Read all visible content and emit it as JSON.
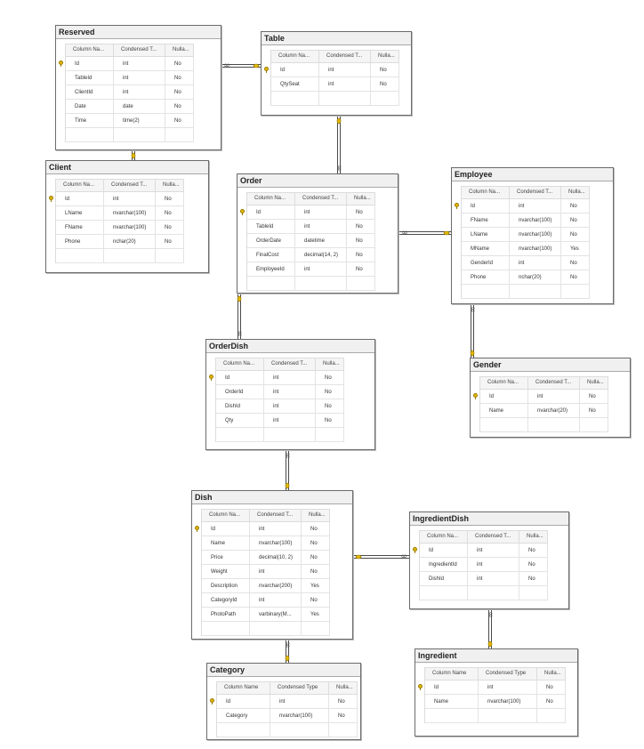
{
  "colors": {
    "border": "#6b6b6b",
    "title_bg": "#f0f0f0",
    "key": "#e2b900",
    "connector": "#4a4a4a"
  },
  "headers": {
    "standard": [
      "Column Na...",
      "Condensed T...",
      "Nulla..."
    ],
    "wide": [
      "Column Name",
      "Condensed Type",
      "Nulla..."
    ]
  },
  "tables": {
    "reserved": {
      "name": "Reserved",
      "rows": [
        {
          "column": "Id",
          "type": "int",
          "nullable": "No",
          "pk": true
        },
        {
          "column": "TableId",
          "type": "int",
          "nullable": "No"
        },
        {
          "column": "ClientId",
          "type": "int",
          "nullable": "No"
        },
        {
          "column": "Date",
          "type": "date",
          "nullable": "No"
        },
        {
          "column": "Time",
          "type": "time(2)",
          "nullable": "No"
        }
      ]
    },
    "table": {
      "name": "Table",
      "rows": [
        {
          "column": "Id",
          "type": "int",
          "nullable": "No",
          "pk": true
        },
        {
          "column": "QtySeat",
          "type": "int",
          "nullable": "No"
        }
      ]
    },
    "client": {
      "name": "Client",
      "rows": [
        {
          "column": "Id",
          "type": "int",
          "nullable": "No",
          "pk": true
        },
        {
          "column": "LName",
          "type": "nvarchar(100)",
          "nullable": "No"
        },
        {
          "column": "FName",
          "type": "nvarchar(100)",
          "nullable": "No"
        },
        {
          "column": "Phone",
          "type": "nchar(20)",
          "nullable": "No"
        }
      ]
    },
    "order": {
      "name": "Order",
      "rows": [
        {
          "column": "Id",
          "type": "int",
          "nullable": "No",
          "pk": true
        },
        {
          "column": "TableId",
          "type": "int",
          "nullable": "No"
        },
        {
          "column": "OrderDate",
          "type": "datetime",
          "nullable": "No"
        },
        {
          "column": "FinalCost",
          "type": "decimal(14, 2)",
          "nullable": "No"
        },
        {
          "column": "EmployeeId",
          "type": "int",
          "nullable": "No"
        }
      ]
    },
    "employee": {
      "name": "Employee",
      "rows": [
        {
          "column": "Id",
          "type": "int",
          "nullable": "No",
          "pk": true
        },
        {
          "column": "FName",
          "type": "nvarchar(100)",
          "nullable": "No"
        },
        {
          "column": "LName",
          "type": "nvarchar(100)",
          "nullable": "No"
        },
        {
          "column": "MName",
          "type": "nvarchar(100)",
          "nullable": "Yes"
        },
        {
          "column": "GenderId",
          "type": "int",
          "nullable": "No"
        },
        {
          "column": "Phone",
          "type": "nchar(20)",
          "nullable": "No"
        }
      ]
    },
    "orderdish": {
      "name": "OrderDish",
      "rows": [
        {
          "column": "Id",
          "type": "int",
          "nullable": "No",
          "pk": true
        },
        {
          "column": "OrderId",
          "type": "int",
          "nullable": "No"
        },
        {
          "column": "DishId",
          "type": "int",
          "nullable": "No"
        },
        {
          "column": "Qty",
          "type": "int",
          "nullable": "No"
        }
      ]
    },
    "gender": {
      "name": "Gender",
      "rows": [
        {
          "column": "Id",
          "type": "int",
          "nullable": "No",
          "pk": true
        },
        {
          "column": "Name",
          "type": "nvarchar(20)",
          "nullable": "No"
        }
      ]
    },
    "dish": {
      "name": "Dish",
      "rows": [
        {
          "column": "Id",
          "type": "int",
          "nullable": "No",
          "pk": true
        },
        {
          "column": "Name",
          "type": "nvarchar(100)",
          "nullable": "No"
        },
        {
          "column": "Price",
          "type": "decimal(10, 2)",
          "nullable": "No"
        },
        {
          "column": "Weight",
          "type": "int",
          "nullable": "No"
        },
        {
          "column": "Description",
          "type": "nvarchar(200)",
          "nullable": "Yes"
        },
        {
          "column": "CategoryId",
          "type": "int",
          "nullable": "No"
        },
        {
          "column": "PhotoPath",
          "type": "varbinary(M...",
          "nullable": "Yes"
        }
      ]
    },
    "ingredientdish": {
      "name": "IngredientDish",
      "rows": [
        {
          "column": "Id",
          "type": "int",
          "nullable": "No",
          "pk": true
        },
        {
          "column": "IngredientId",
          "type": "int",
          "nullable": "No"
        },
        {
          "column": "DishId",
          "type": "int",
          "nullable": "No"
        }
      ]
    },
    "category": {
      "name": "Category",
      "rows": [
        {
          "column": "Id",
          "type": "int",
          "nullable": "No",
          "pk": true
        },
        {
          "column": "Category",
          "type": "nvarchar(100)",
          "nullable": "No"
        }
      ]
    },
    "ingredient": {
      "name": "Ingredient",
      "rows": [
        {
          "column": "Id",
          "type": "int",
          "nullable": "No",
          "pk": true
        },
        {
          "column": "Name",
          "type": "nvarchar(100)",
          "nullable": "No"
        }
      ]
    }
  }
}
